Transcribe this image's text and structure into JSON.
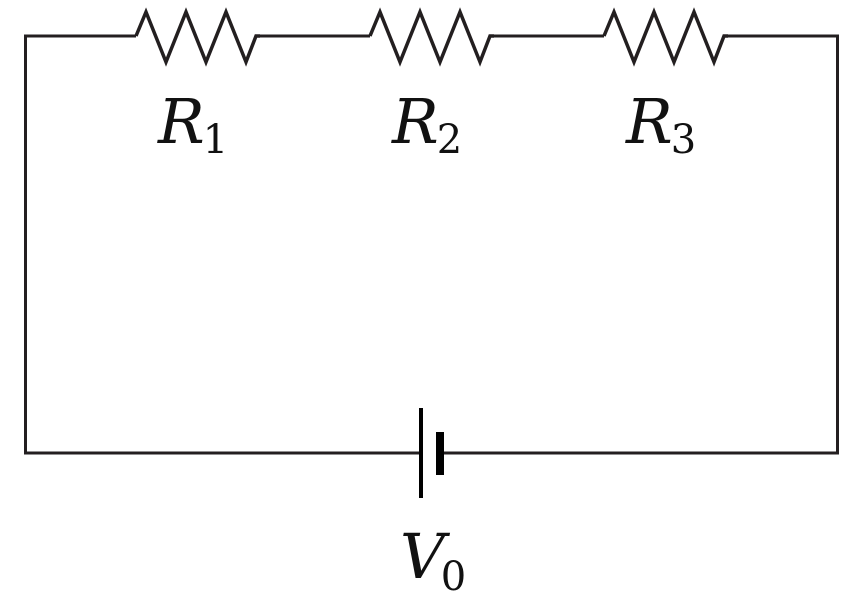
{
  "diagram": {
    "type": "circuit",
    "components": [
      {
        "id": "r1",
        "kind": "resistor",
        "symbol": "R",
        "subscript": "1"
      },
      {
        "id": "r2",
        "kind": "resistor",
        "symbol": "R",
        "subscript": "2"
      },
      {
        "id": "r3",
        "kind": "resistor",
        "symbol": "R",
        "subscript": "3"
      },
      {
        "id": "v0",
        "kind": "battery",
        "symbol": "V",
        "subscript": "0"
      }
    ],
    "connection": "series"
  }
}
